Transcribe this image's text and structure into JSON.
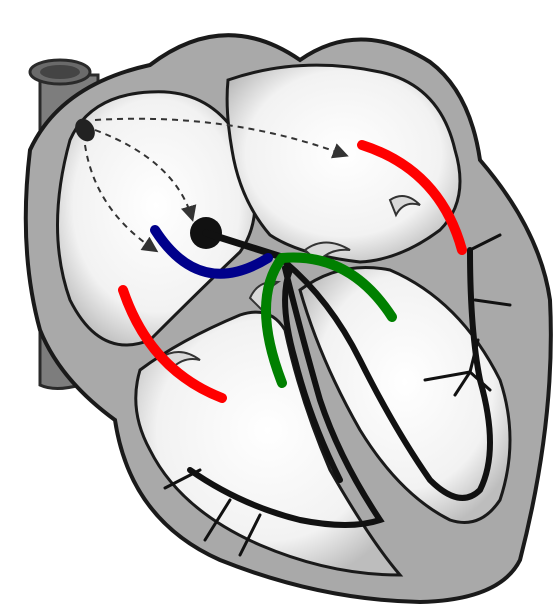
{
  "diagram": {
    "subject": "heart-conduction-system",
    "colors": {
      "background": "#ffffff",
      "outer_wall": "#a9a9a9",
      "outline": "#1a1a1a",
      "chamber": "#ffffff",
      "chamber_shade": "#cfcfcf",
      "vessel": "#7d7d7d",
      "conduction": "#111111",
      "red_marker": "#ff0000",
      "blue_marker": "#00008b",
      "green_marker": "#008000"
    },
    "markers": [
      {
        "name": "red-arc-left-atrium-wall",
        "color": "red"
      },
      {
        "name": "red-arc-right-ventricle-wall",
        "color": "red"
      },
      {
        "name": "blue-arc-av-node",
        "color": "blue"
      },
      {
        "name": "green-arc-bundle-branch-left",
        "color": "green"
      },
      {
        "name": "green-arc-bundle-branch-right",
        "color": "green"
      }
    ]
  }
}
